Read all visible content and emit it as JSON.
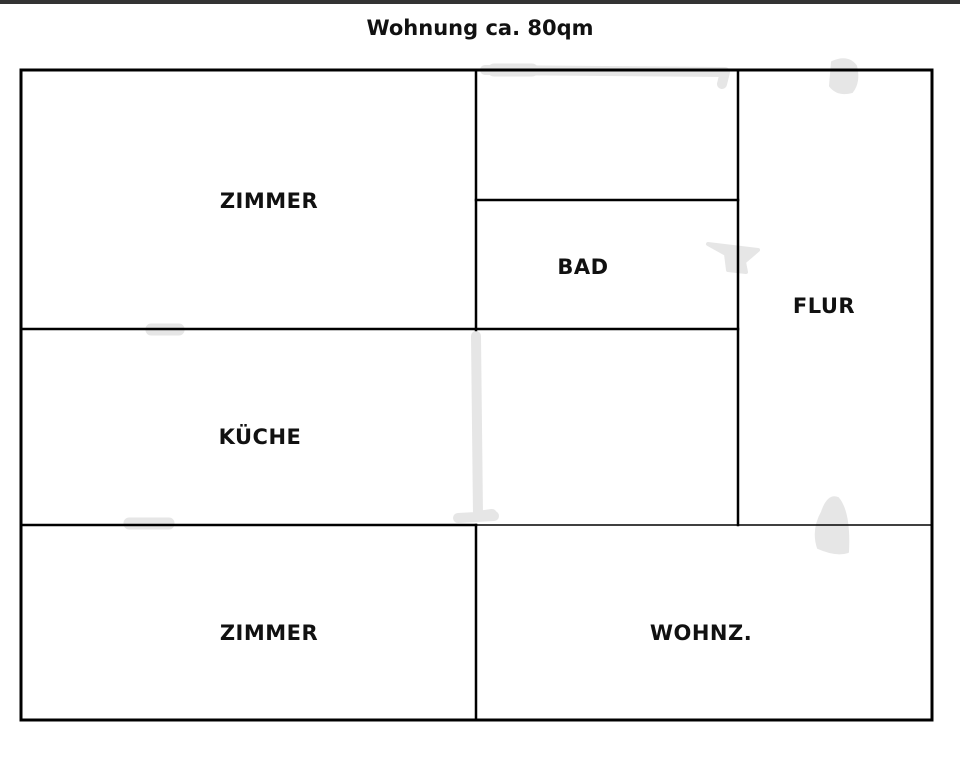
{
  "title": "Wohnung ca. 80qm",
  "colors": {
    "wall": "#000000",
    "door_mark": "#e6e6e6",
    "top_bar": "#333333",
    "background": "#ffffff"
  },
  "rooms": {
    "zimmer_top": "ZIMMER",
    "bad": "BAD",
    "flur": "FLUR",
    "kueche": "KÜCHE",
    "zimmer_bottom": "ZIMMER",
    "wohnzimmer": "WOHNZ."
  }
}
